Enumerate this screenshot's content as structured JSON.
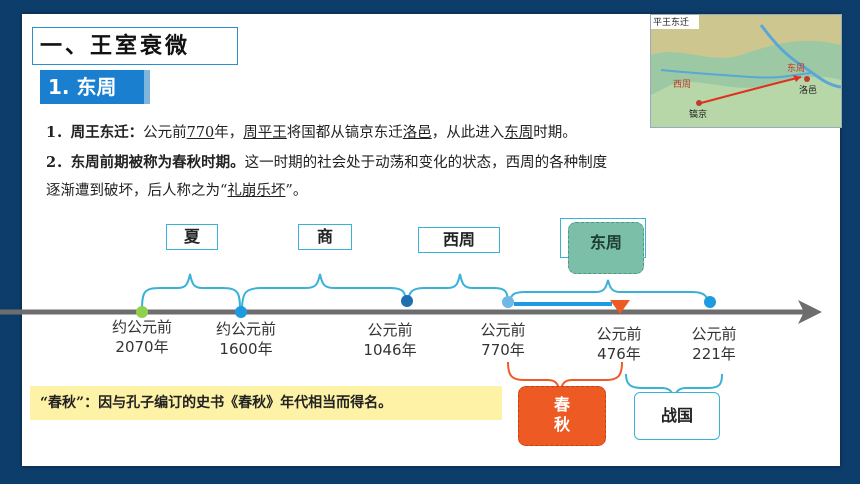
{
  "section_title": "一、王室衰微",
  "subsection": "1. 东周",
  "map": {
    "title": "平王东迁",
    "labels": {
      "east": "东周",
      "luoyi": "洛邑",
      "west": "西周",
      "haojing": "镐京"
    }
  },
  "points": {
    "p1_label": "1．周王东迁：",
    "p1_a": "公元前",
    "p1_year": "770",
    "p1_b": "年，",
    "p1_king": "周平王",
    "p1_c": "将国都从镐京东迁",
    "p1_city": "洛邑",
    "p1_d": "，从此进入",
    "p1_dyn": "东周",
    "p1_e": "时期。",
    "p2_label": "2．东周前期被称为春秋时期。",
    "p2_a": "这一时期的社会处于动荡和变化的状态，西周的各种制度",
    "p2_b1": "逐渐遭到破坏，后人称之为“",
    "p2_phrase": "礼崩乐坏",
    "p2_b2": "”。"
  },
  "timeline": {
    "dynasties": {
      "xia": "夏",
      "shang": "商",
      "xizhou": "西周",
      "dongzhou": "东周"
    },
    "years": {
      "y2070_a": "约公元前",
      "y2070_b": "2070年",
      "y1600_a": "约公元前",
      "y1600_b": "1600年",
      "y1046_a": "公元前",
      "y1046_b": "1046年",
      "y770_a": "公元前",
      "y770_b": "770年",
      "y476_a": "公元前",
      "y476_b": "476年",
      "y221_a": "公元前",
      "y221_b": "221年"
    },
    "periods": {
      "chunqiu_1": "春",
      "chunqiu_2": "秋",
      "zhanguo": "战国"
    },
    "colors": {
      "axis": "#6d6d6d",
      "bracket": "#3ab1d6",
      "accent": "#ee5a24",
      "green_dot": "#8fd14f",
      "blue_dot": "#1e9be0"
    }
  },
  "note": "“春秋”：因与孔子编订的史书《春秋》年代相当而得名。"
}
